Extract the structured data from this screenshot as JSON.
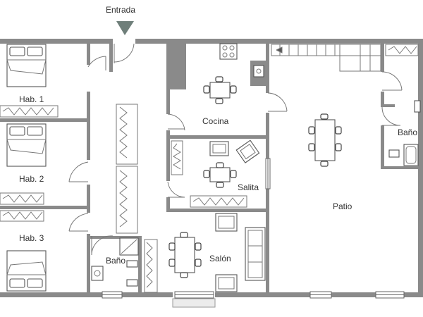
{
  "labels": {
    "entrance": "Entrada",
    "room1": "Hab. 1",
    "room2": "Hab. 2",
    "room3": "Hab. 3",
    "kitchen": "Cocina",
    "sitting_room": "Salita",
    "patio": "Patio",
    "bathroom_right": "Baño",
    "bathroom_left": "Baño",
    "living_room": "Salón"
  },
  "colors": {
    "wall": "#8a8a8a",
    "entrance_marker": "#6f7f7a",
    "line": "#6e6e6e"
  }
}
